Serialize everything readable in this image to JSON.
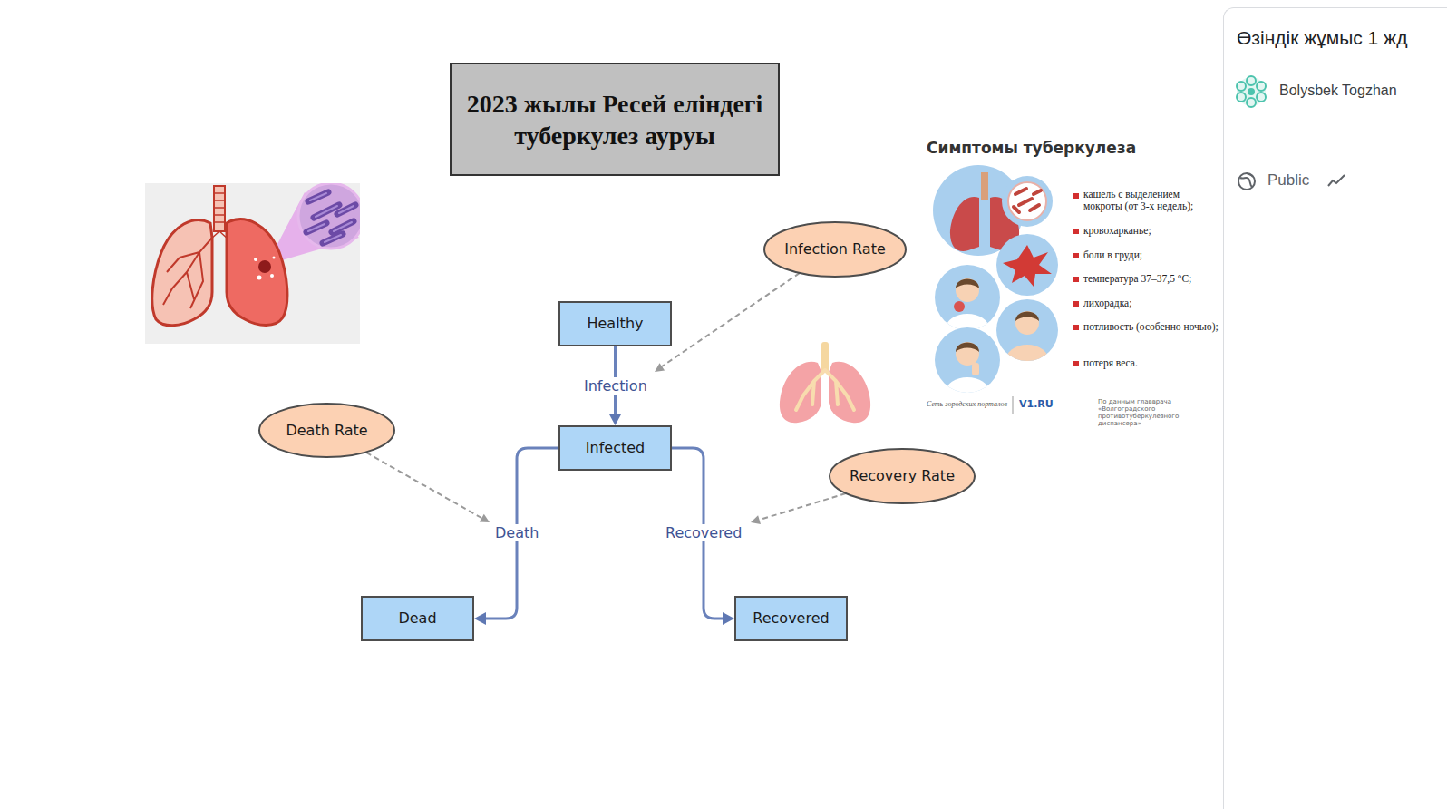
{
  "diagram": {
    "title": "2023 жылы Ресей еліндегі туберкулез ауруы",
    "nodes": [
      {
        "text": [
          "Infection Rate"
        ]
      },
      {
        "text": [
          "Healthy"
        ]
      },
      {
        "text": [
          "Death Rate"
        ]
      },
      {
        "text": [
          "Infected"
        ]
      },
      {
        "text": [
          "Recovery Rate"
        ]
      },
      {
        "text": [
          "Dead"
        ]
      },
      {
        "text": [
          "Recovered"
        ]
      }
    ],
    "edges": [
      {
        "from": 1,
        "to": 3,
        "label": "Infection",
        "arrow": "to"
      },
      {
        "from": 3,
        "to": 5,
        "label": "Death",
        "arrow": "to"
      },
      {
        "from": 3,
        "to": 6,
        "label": "Recovered",
        "arrow": "to"
      }
    ],
    "labels": [
      "Өзіндік жұмыс 1 жд",
      "Bolysbek Togzhan",
      "Public",
      "Симптомы туберкулеза",
      "кашель с выделением мокроты (от 3-х недель);",
      "кровохарканье;",
      "боли в груди;",
      "температура 37–37,5 °С;",
      "лихорадка;",
      "потливость (особенно ночью);",
      "потеря веса.",
      "Сеть городских порталов",
      "V1.RU",
      "По данным главврача «Волгоградского противотуберкулезного диспансера»"
    ]
  }
}
